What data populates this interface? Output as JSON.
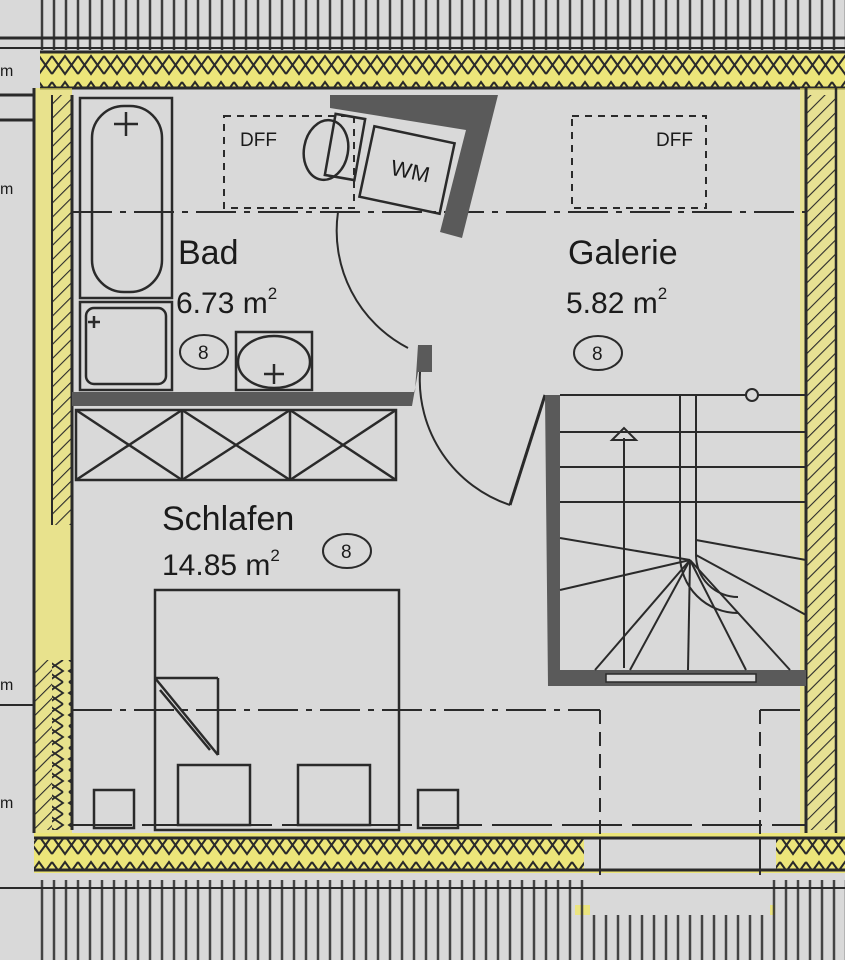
{
  "colors": {
    "paper": "#d9d9d9",
    "line": "#2a2a2a",
    "wall_fill": "#5a5a5a",
    "highlight": "#f2e85a"
  },
  "rooms": [
    {
      "name": "Bad",
      "area": "6.73 m",
      "area_sup": "2",
      "tag": "8"
    },
    {
      "name": "Galerie",
      "area": "5.82 m",
      "area_sup": "2",
      "tag": "8"
    },
    {
      "name": "Schlafen",
      "area": "14.85 m",
      "area_sup": "2",
      "tag": "8"
    }
  ],
  "fixtures": {
    "skylight_left": "DFF",
    "skylight_right": "DFF",
    "washing_machine": "WM"
  },
  "edge_marks": [
    "m",
    "m",
    "m",
    "m"
  ]
}
